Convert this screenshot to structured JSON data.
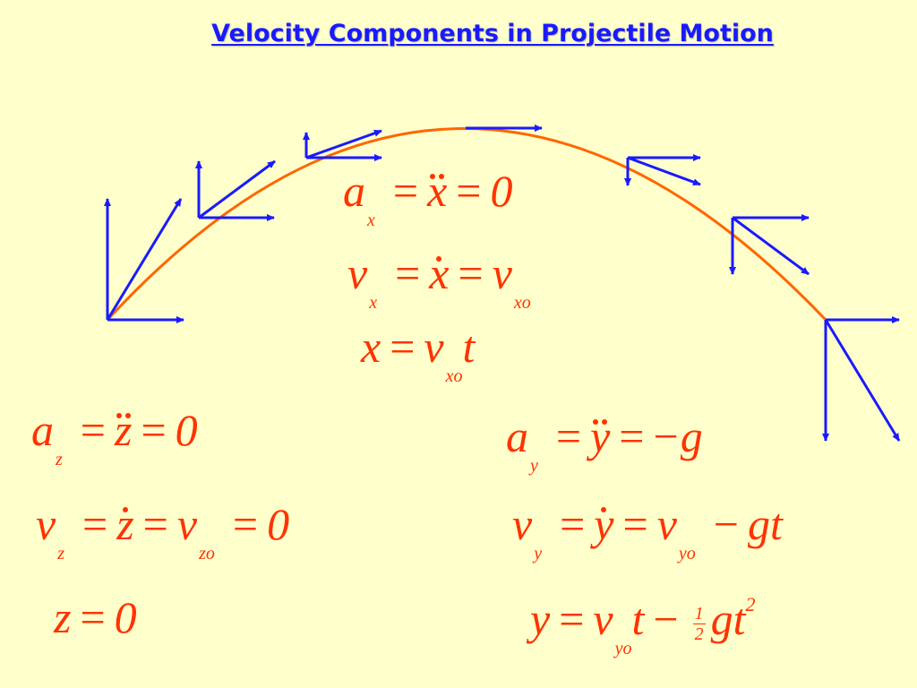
{
  "title": "Velocity Components in Projectile Motion",
  "colors": {
    "background": "#ffffcc",
    "title": "#1a1aff",
    "trajectory": "#ff6600",
    "vectors": "#1a1aff",
    "equations": "#ff3300"
  },
  "symbols": {
    "a": "a",
    "v": "v",
    "x": "x",
    "y": "y",
    "z": "z",
    "t": "t",
    "g": "g",
    "zero": "0",
    "eq": "=",
    "minus": "−",
    "sub_x": "x",
    "sub_y": "y",
    "sub_z": "z",
    "sub_xo": "xo",
    "sub_yo": "yo",
    "sub_zo": "zo",
    "one": "1",
    "two": "2",
    "sup2": "2"
  }
}
